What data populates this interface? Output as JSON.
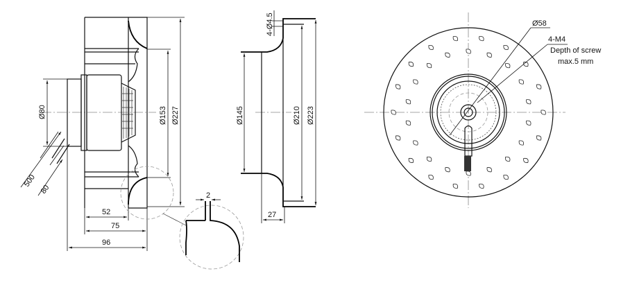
{
  "side_view": {
    "dia_motor": "Ø80",
    "dia_inner": "Ø153",
    "dia_outer": "Ø227",
    "len_52": "52",
    "len_75": "75",
    "len_96": "96",
    "cable_500": "500",
    "cable_80": "80",
    "detail_gap": "2"
  },
  "inlet_view": {
    "holes": "4-Ø4.5",
    "dia_inlet": "Ø145",
    "dia_bolt": "Ø210",
    "dia_flange": "Ø223",
    "depth": "27"
  },
  "front_view": {
    "dia_hub": "Ø58",
    "screw": "4-M4",
    "screw_note_1": "Depth of screw",
    "screw_note_2": "max.5 mm",
    "blade_holes": 36
  }
}
